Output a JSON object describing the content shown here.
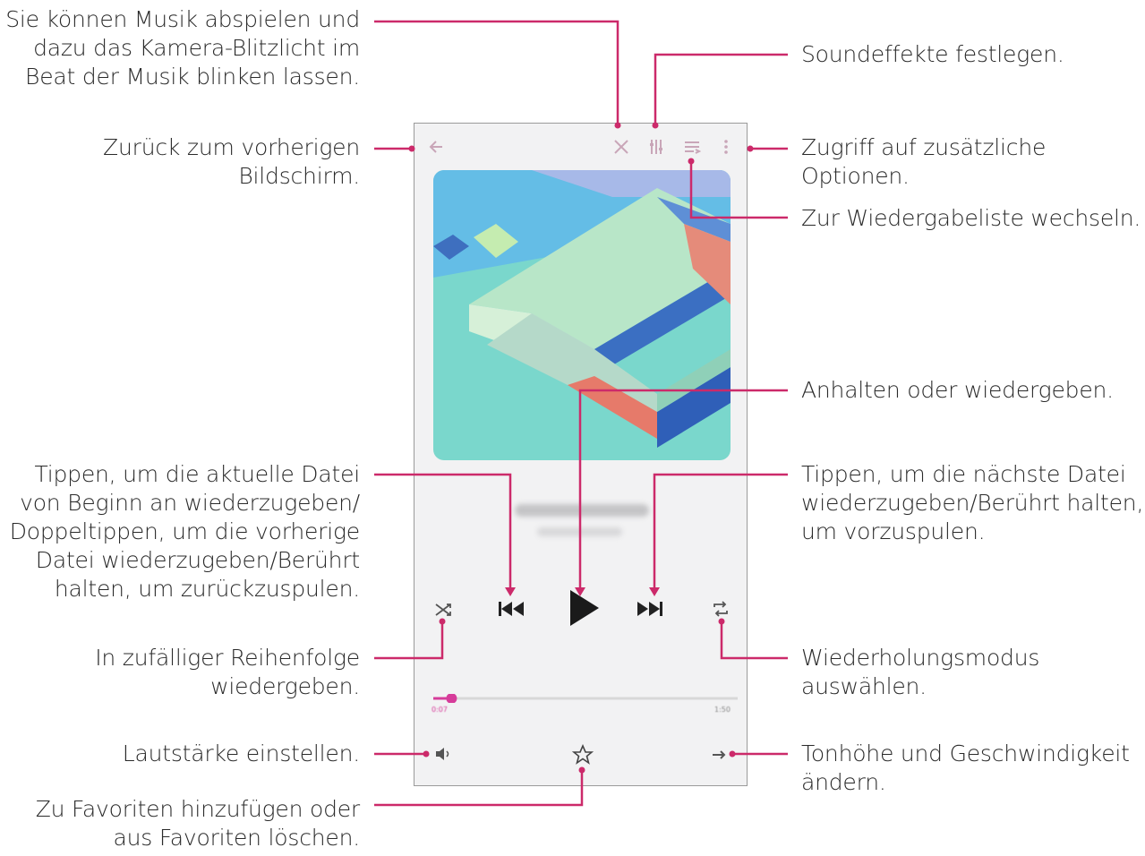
{
  "annotations": {
    "flash": "Sie können Musik abspielen und\ndazu das Kamera-Blitzlicht im\nBeat der Musik blinken lassen.",
    "soundeffects": "Soundeffekte festlegen.",
    "back": "Zurück zum vorherigen\nBildschirm.",
    "more_options": "Zugriff auf zusätzliche\nOptionen.",
    "playlist": "Zur Wiedergabeliste wechseln.",
    "play_pause": "Anhalten oder wiedergeben.",
    "previous": "Tippen, um die aktuelle Datei\nvon Beginn an wiederzugeben/\nDoppeltippen, um die vorherige\nDatei wiederzugeben/Berührt\nhalten, um zurückzuspulen.",
    "next": "Tippen, um die nächste Datei\nwiederzugeben/Berührt halten,\num vorzuspulen.",
    "shuffle": "In zufälliger Reihenfolge\nwiedergeben.",
    "repeat": "Wiederholungsmodus\nauswählen.",
    "volume": "Lautstärke einstellen.",
    "pitch_speed": "Tonhöhe und Geschwindigkeit\nändern.",
    "favorites": "Zu Favoriten hinzufügen oder\naus Favoriten löschen."
  },
  "player": {
    "elapsed": "0:07",
    "duration": "1:50",
    "progress_fraction": 0.06
  },
  "colors": {
    "callout": "#cc2a6a",
    "accent": "#d63c9a",
    "icon": "#333333",
    "toolbar_icon": "#c9a6b8"
  },
  "icons": {
    "back": "back-arrow-icon",
    "flash": "flashlight-beat-icon",
    "soundeffects": "equalizer-icon",
    "playlist": "playlist-icon",
    "more": "more-vertical-icon",
    "shuffle": "shuffle-icon",
    "previous": "skip-previous-icon",
    "play": "play-icon",
    "next": "skip-next-icon",
    "repeat": "repeat-icon",
    "volume": "volume-icon",
    "favorite": "star-icon",
    "pitch": "pitch-speed-icon"
  }
}
